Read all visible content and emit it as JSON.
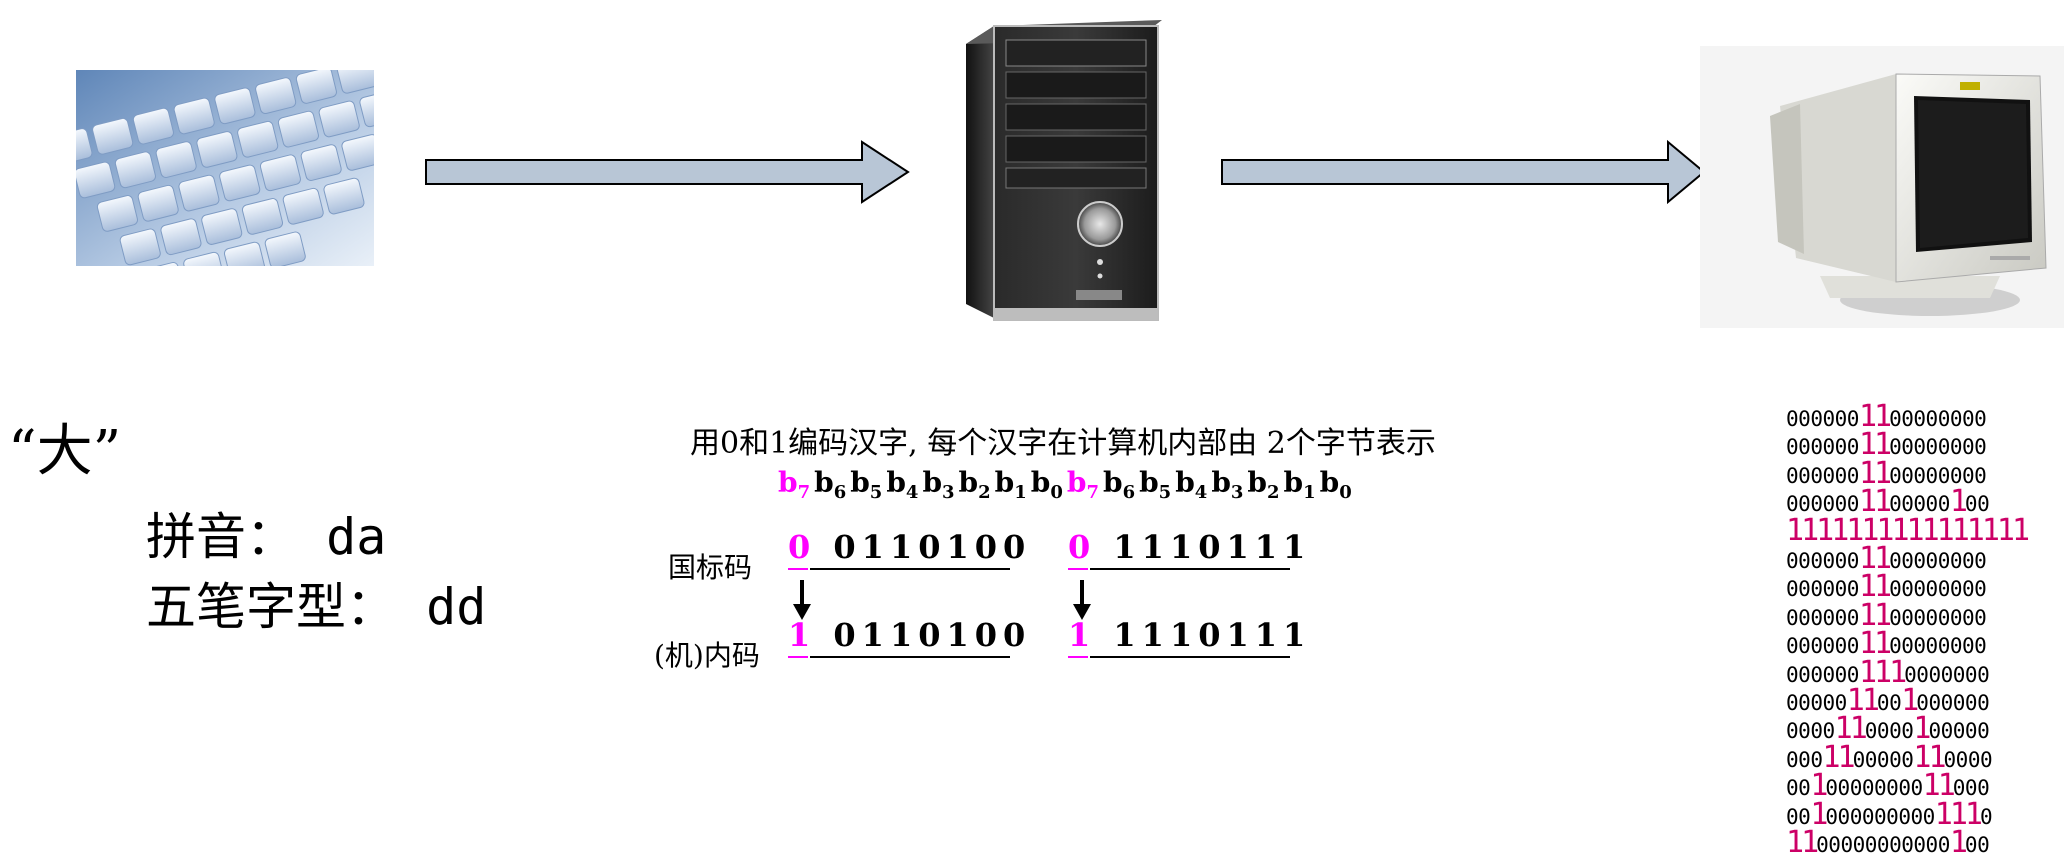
{
  "devices": {
    "keyboard": "keyboard-image",
    "computer": "computer-tower-image",
    "monitor": "crt-monitor-image"
  },
  "character": {
    "quote": "“大”",
    "pinyin": "拼音： da",
    "wubi": "五笔字型： dd"
  },
  "encoding": {
    "title": "用0和1编码汉字, 每个汉字在计算机内部由  2个字节表示",
    "bit_labels": [
      {
        "b": "b",
        "sub": "7",
        "hi": true
      },
      {
        "b": "b",
        "sub": "6",
        "hi": false
      },
      {
        "b": "b",
        "sub": "5",
        "hi": false
      },
      {
        "b": "b",
        "sub": "4",
        "hi": false
      },
      {
        "b": "b",
        "sub": "3",
        "hi": false
      },
      {
        "b": "b",
        "sub": "2",
        "hi": false
      },
      {
        "b": "b",
        "sub": "1",
        "hi": false
      },
      {
        "b": "b",
        "sub": "0",
        "hi": false
      },
      {
        "b": "b",
        "sub": "7",
        "hi": true
      },
      {
        "b": "b",
        "sub": "6",
        "hi": false
      },
      {
        "b": "b",
        "sub": "5",
        "hi": false
      },
      {
        "b": "b",
        "sub": "4",
        "hi": false
      },
      {
        "b": "b",
        "sub": "3",
        "hi": false
      },
      {
        "b": "b",
        "sub": "2",
        "hi": false
      },
      {
        "b": "b",
        "sub": "1",
        "hi": false
      },
      {
        "b": "b",
        "sub": "0",
        "hi": false
      }
    ],
    "guobiao_label": "国标码",
    "neima_label": "(机)内码",
    "guobiao_byte1_lead": "0",
    "guobiao_byte1_rest": "0110100",
    "guobiao_byte2_lead": "0",
    "guobiao_byte2_rest": "1110111",
    "neima_byte1_lead": "1",
    "neima_byte1_rest": "0110100",
    "neima_byte2_lead": "1",
    "neima_byte2_rest": "1110111"
  },
  "bitmap_rows": [
    "0000001100000000",
    "0000001100000000",
    "0000001100000000",
    "0000001100000100",
    "1111111111111111",
    "0000001100000000",
    "0000001100000000",
    "0000001100000000",
    "0000001100000000",
    "0000001110000000",
    "0000011001000000",
    "0000110000100000",
    "0001100000110000",
    "0010000000011000",
    "0010000000001110",
    "1100000000000100"
  ],
  "colors": {
    "highlight": "#ff00ff",
    "bitmap_one": "#cc0066",
    "arrow_fill": "#b8c6d6"
  }
}
